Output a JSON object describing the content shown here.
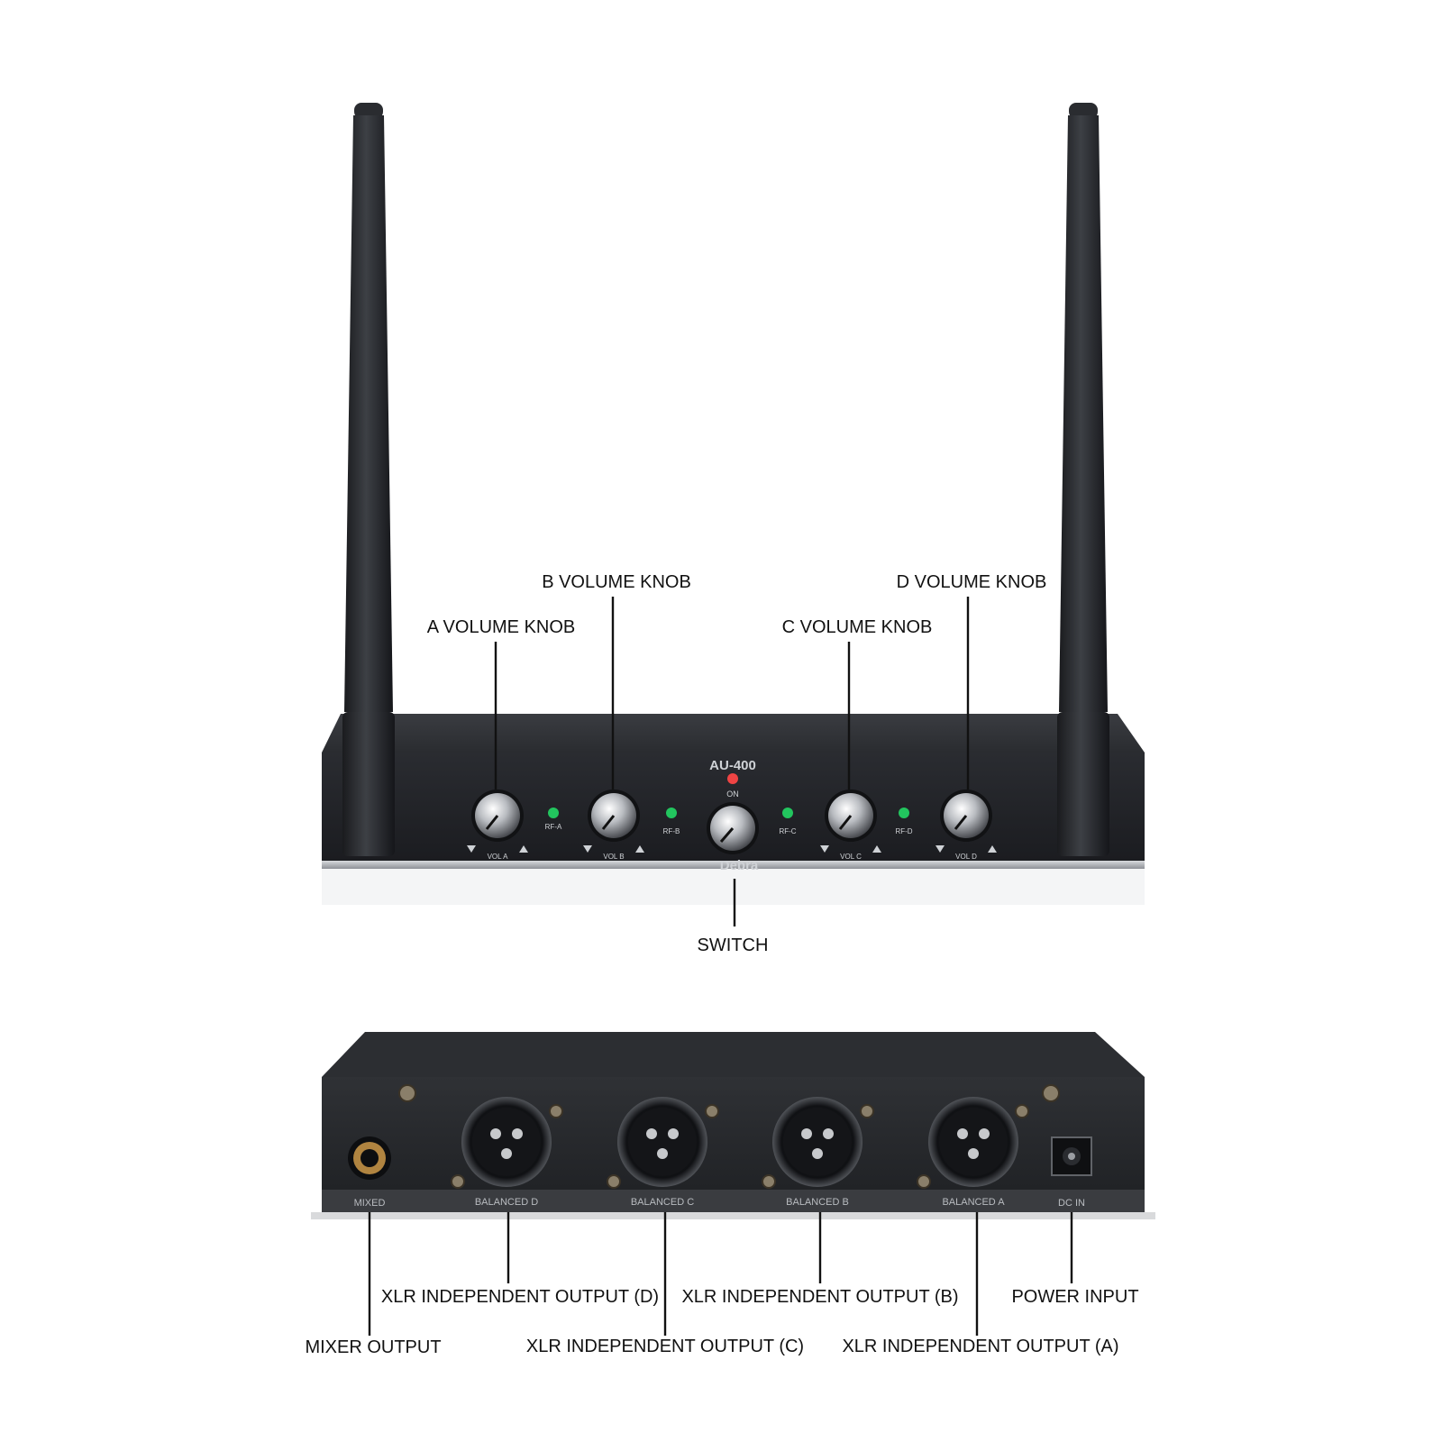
{
  "colors": {
    "background": "#ffffff",
    "device_body": "#2b2d31",
    "device_face": "#1f2125",
    "led_green": "#22c55e",
    "led_red": "#ef4444",
    "label_text": "#111111"
  },
  "front_panel": {
    "model": "AU-400",
    "power_indicator_label": "ON",
    "brand": "Debra",
    "rf_labels": [
      "RF-A",
      "RF-B",
      "RF-C",
      "RF-D"
    ],
    "vol_labels": [
      "VOL A",
      "VOL B",
      "VOL C",
      "VOL D"
    ]
  },
  "front_callouts": {
    "a_volume": "A VOLUME KNOB",
    "b_volume": "B VOLUME KNOB",
    "c_volume": "C VOLUME KNOB",
    "d_volume": "D VOLUME KNOB",
    "switch": "SWITCH"
  },
  "rear_panel": {
    "mixed": "MIXED",
    "balanced_d": "BALANCED D",
    "balanced_c": "BALANCED C",
    "balanced_b": "BALANCED B",
    "balanced_a": "BALANCED A",
    "dc_in": "DC IN"
  },
  "rear_callouts": {
    "mixer_output": "MIXER OUTPUT",
    "xlr_d": "XLR INDEPENDENT OUTPUT (D)",
    "xlr_c": "XLR INDEPENDENT OUTPUT (C)",
    "xlr_b": "XLR INDEPENDENT OUTPUT (B)",
    "xlr_a": "XLR INDEPENDENT OUTPUT (A)",
    "power_input": "POWER INPUT"
  }
}
